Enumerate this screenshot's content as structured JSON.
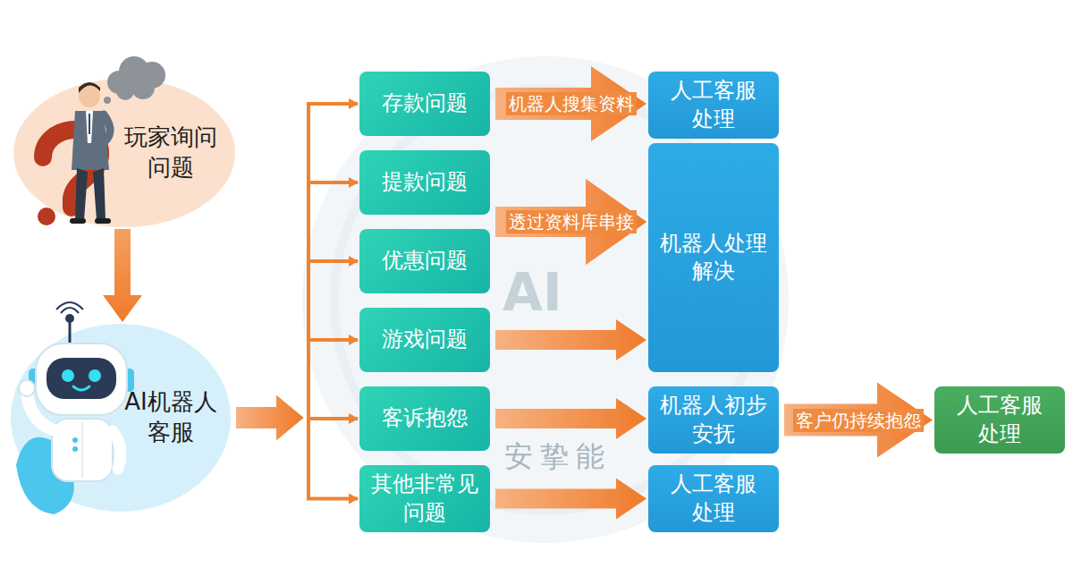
{
  "diagram": {
    "nodes": [
      {
        "text": [
          "玩家询问 问题"
        ]
      },
      {
        "text": [
          "AI机器人 客服"
        ]
      },
      {
        "text": [
          "存款问题"
        ]
      },
      {
        "text": [
          "提款问题"
        ]
      },
      {
        "text": [
          "优惠问题"
        ]
      },
      {
        "text": [
          "游戏问题"
        ]
      },
      {
        "text": [
          "客诉抱怨"
        ]
      },
      {
        "text": [
          "其他非常见 问题"
        ]
      },
      {
        "text": [
          "人工客服 处理"
        ]
      },
      {
        "text": [
          "机器人处理 解决"
        ]
      },
      {
        "text": [
          "机器人初步 安抚"
        ]
      },
      {
        "text": [
          "人工客服 处理"
        ]
      },
      {
        "text": [
          "人工客服 处理"
        ]
      }
    ],
    "edges": [
      {
        "from": 0,
        "to": 1,
        "arrow": "to"
      },
      {
        "from": 1,
        "to": 2,
        "arrow": "to"
      },
      {
        "from": 1,
        "to": 3,
        "arrow": "to"
      },
      {
        "from": 1,
        "to": 4,
        "arrow": "to"
      },
      {
        "from": 1,
        "to": 5,
        "arrow": "to"
      },
      {
        "from": 1,
        "to": 6,
        "arrow": "to"
      },
      {
        "from": 1,
        "to": 7,
        "arrow": "to"
      },
      {
        "from": 2,
        "to": 8,
        "label": "机器人搜集资料",
        "arrow": "to"
      },
      {
        "from": 3,
        "to": 9,
        "label": "透过资料库串接",
        "arrow": "to"
      },
      {
        "from": 4,
        "to": 9,
        "arrow": "to"
      },
      {
        "from": 5,
        "to": 9,
        "arrow": "to"
      },
      {
        "from": 6,
        "to": 10,
        "arrow": "to"
      },
      {
        "from": 7,
        "to": 11,
        "arrow": "to"
      },
      {
        "from": 10,
        "to": 12,
        "label": "客户仍持续抱怨",
        "arrow": "to"
      }
    ],
    "labels": [
      "AI",
      "安挚能"
    ]
  }
}
